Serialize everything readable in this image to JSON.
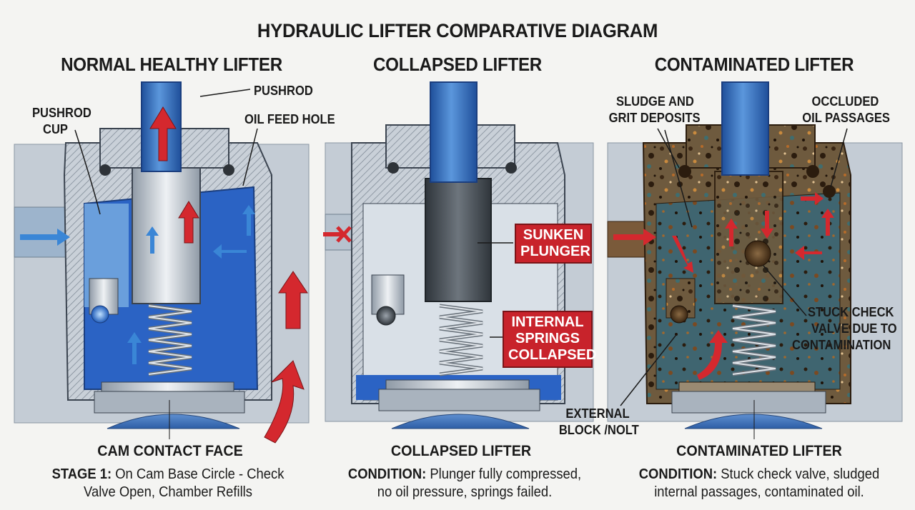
{
  "title": "HYDRAULIC LIFTER COMPARATIVE DIAGRAM",
  "panels": [
    {
      "heading": "NORMAL HEALTHY LIFTER",
      "labels": {
        "pushrod": "PUSHROD",
        "pushrod_cup_1": "PUSHROD",
        "pushrod_cup_2": "CUP",
        "oil_feed_hole": "OIL FEED HOLE"
      },
      "caption": "CAM CONTACT FACE",
      "desc_prefix": "STAGE 1:",
      "desc_line1": "On Cam Base Circle - Check",
      "desc_line2": "Valve Open, Chamber Refills"
    },
    {
      "heading": "COLLAPSED LIFTER",
      "labels": {
        "sunken_1": "SUNKEN",
        "sunken_2": "PLUNGER",
        "springs_1": "INTERNAL",
        "springs_2": "SPRINGS",
        "springs_3": "COLLAPSED"
      },
      "caption": "COLLAPSED LIFTER",
      "desc_prefix": "CONDITION:",
      "desc_line1": "Plunger fully compressed,",
      "desc_line2": "no oil pressure, springs failed."
    },
    {
      "heading": "CONTAMINATED LIFTER",
      "labels": {
        "sludge_1": "SLUDGE AND",
        "sludge_2": "GRIT DEPOSITS",
        "occluded_1": "OCCLUDED",
        "occluded_2": "OIL PASSAGES",
        "stuck_1": "STUCK CHECK",
        "stuck_2": "VALVE DUE TO",
        "stuck_3": "CONTAMINATION",
        "external_1": "EXTERNAL",
        "external_2": "BLOCK /NOLT"
      },
      "caption": "CONTAMINATED LIFTER",
      "desc_prefix": "CONDITION:",
      "desc_line1": "Stuck check valve, sludged",
      "desc_line2": "internal passages, contaminated oil."
    }
  ],
  "colors": {
    "oil": "#1f5bb8",
    "light_oil": "#5b8fd6",
    "metal": "#b9c2cc",
    "steel_dark": "#4a525b",
    "arrow_red": "#d4282e",
    "arrow_blue": "#3a86d6",
    "rust": "#7a4a22"
  }
}
